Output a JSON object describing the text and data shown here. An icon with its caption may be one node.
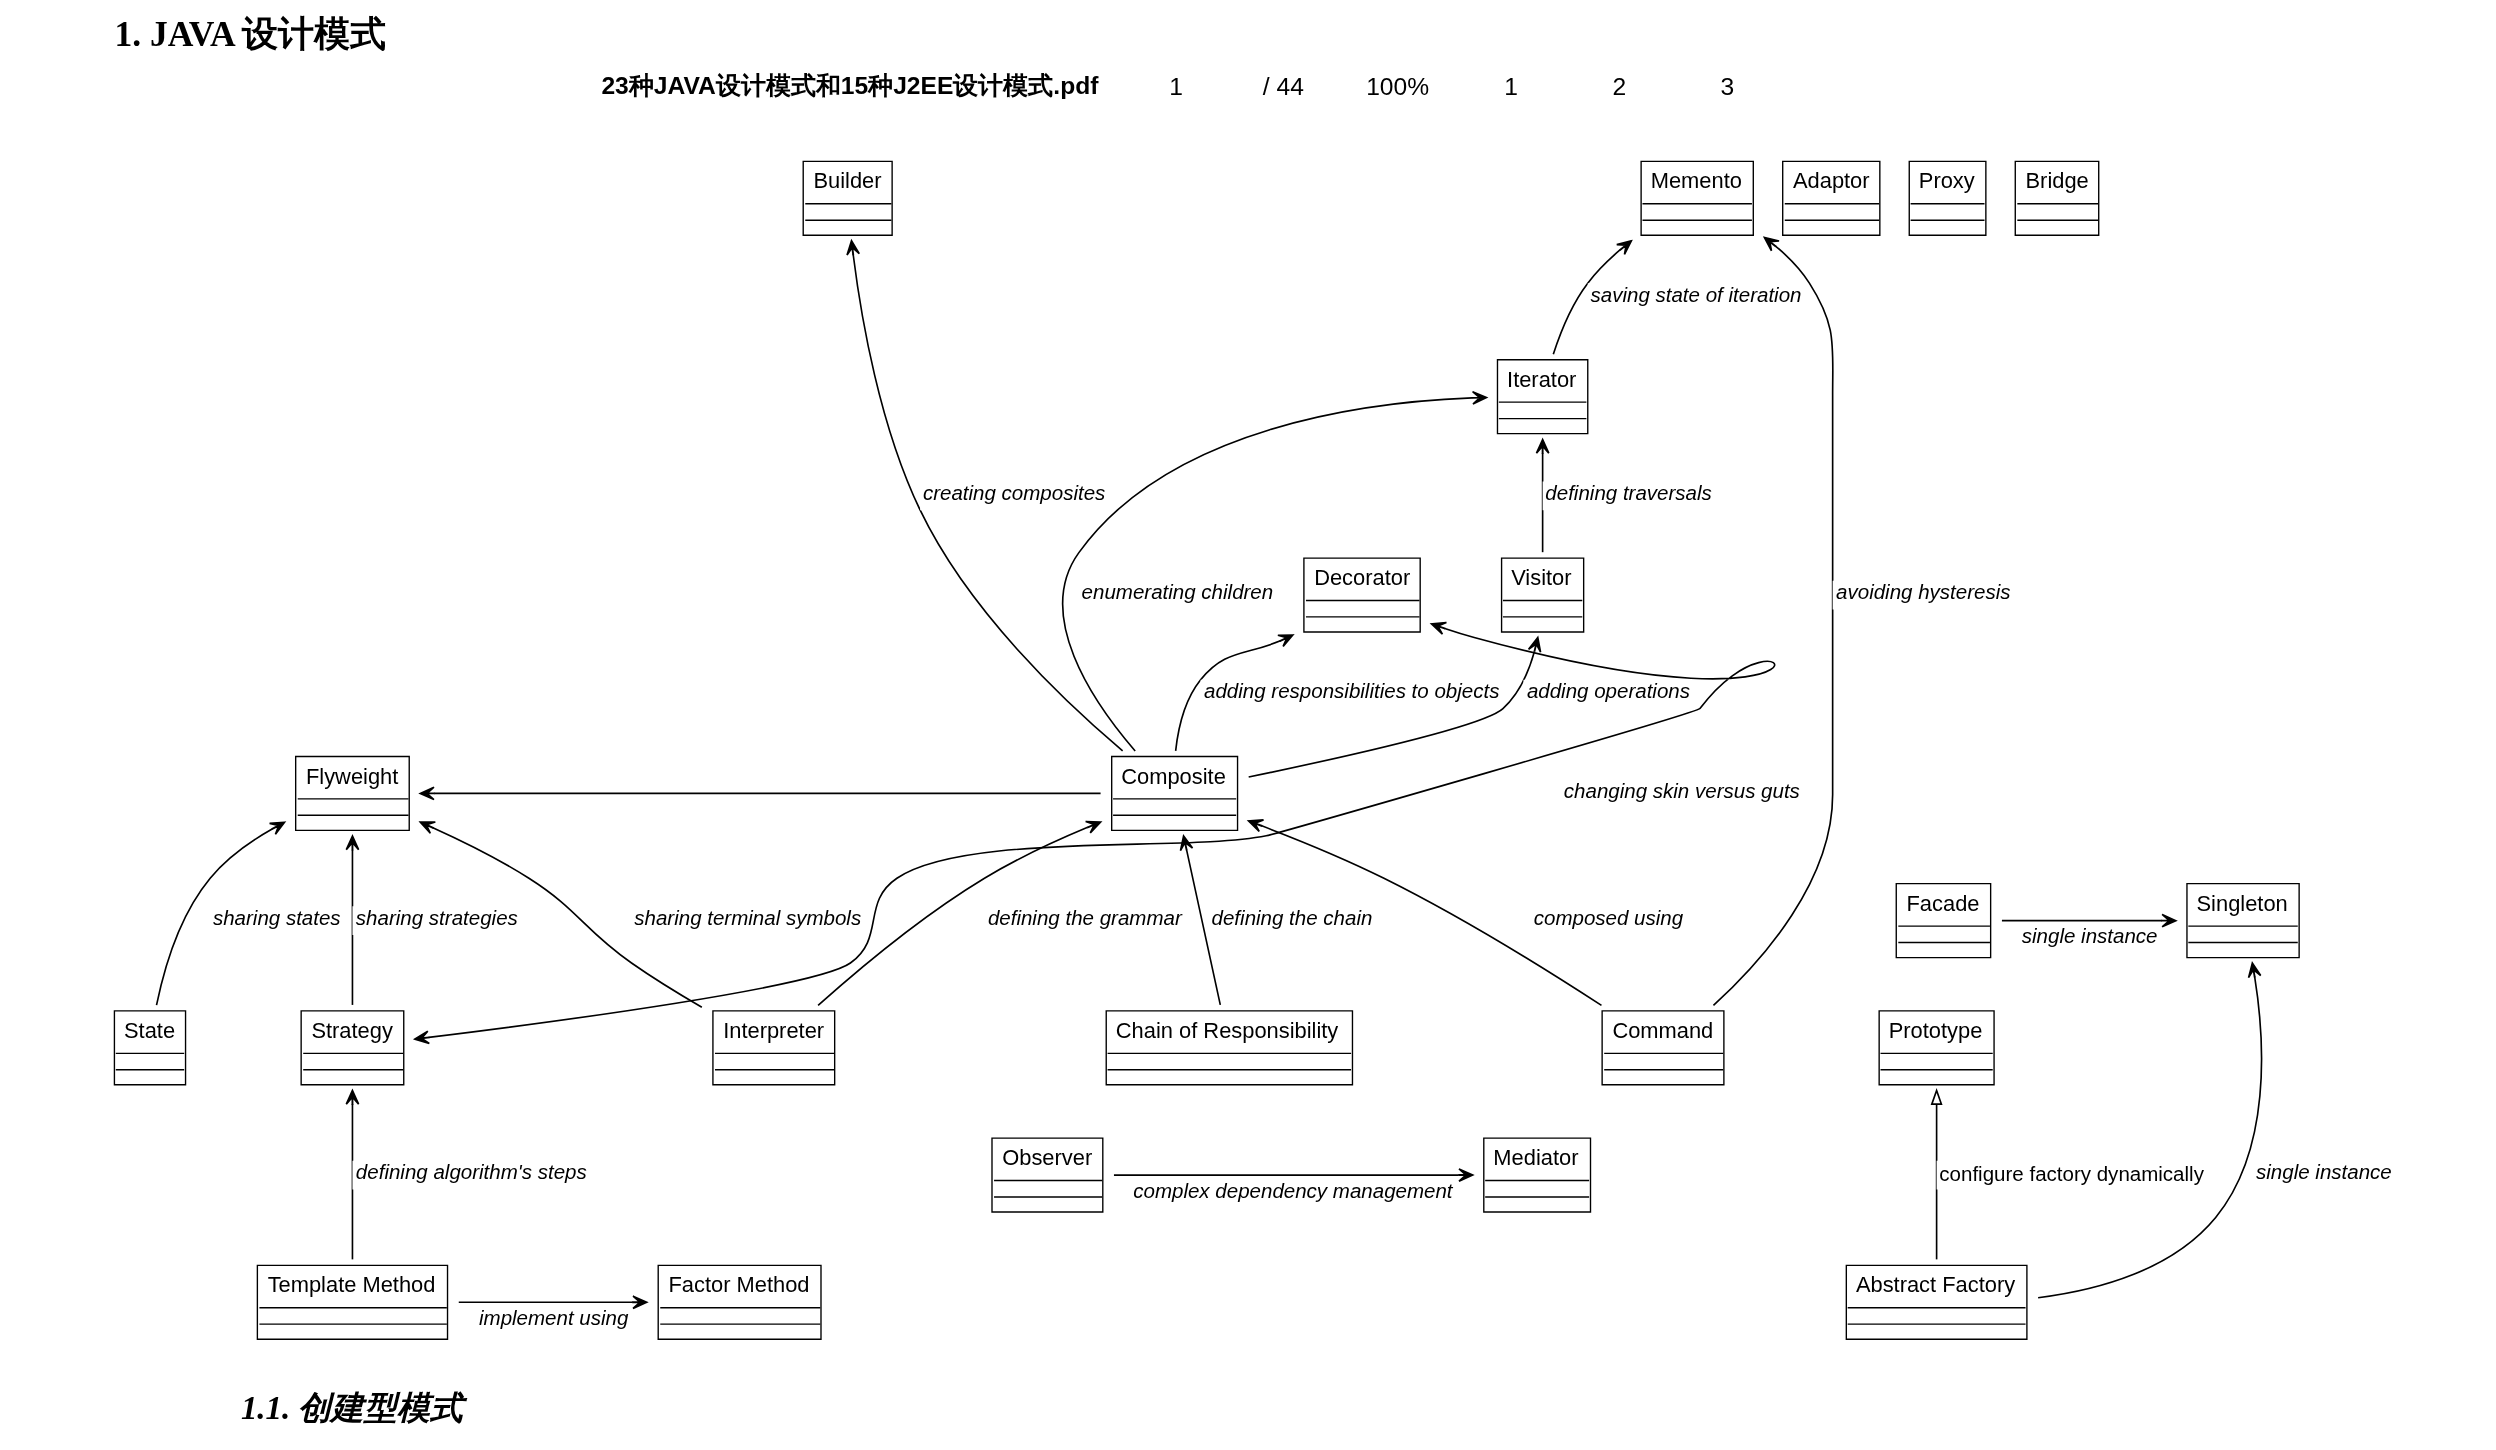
{
  "diagram": {
    "title": "1. JAVA 设计模式",
    "nodes": [
      {
        "text": [
          "Builder"
        ]
      },
      {
        "text": [
          "Memento"
        ]
      },
      {
        "text": [
          "Adaptor"
        ]
      },
      {
        "text": [
          "Proxy"
        ]
      },
      {
        "text": [
          "Decorator"
        ]
      },
      {
        "text": [
          "Bridge"
        ]
      },
      {
        "text": [
          "Iterator"
        ]
      },
      {
        "text": [
          "Composite"
        ]
      },
      {
        "text": [
          "Command"
        ]
      },
      {
        "text": [
          "Visitor"
        ]
      },
      {
        "text": [
          "Flyweight"
        ]
      },
      {
        "text": [
          "Interpreter"
        ]
      },
      {
        "text": [
          "Chain of Responsibility"
        ]
      },
      {
        "text": [
          "Strategy"
        ]
      },
      {
        "text": [
          "State"
        ]
      },
      {
        "text": [
          "Mediator"
        ]
      },
      {
        "text": [
          "Observer"
        ]
      },
      {
        "text": [
          "Prototype"
        ]
      },
      {
        "text": [
          "Template Method"
        ]
      },
      {
        "text": [
          "Factor Method"
        ]
      },
      {
        "text": [
          "Abstract Factory"
        ]
      },
      {
        "text": [
          "Singleton"
        ]
      },
      {
        "text": [
          "Facade"
        ]
      }
    ],
    "edges": [
      {
        "from": 7,
        "to": 0,
        "arrow": "to",
        "label": "creating composites"
      },
      {
        "from": 7,
        "to": 4,
        "arrow": "to",
        "label": "adding responsibilities to objects"
      },
      {
        "from": 6,
        "to": 1,
        "arrow": "to",
        "label": "saving state of iteration"
      },
      {
        "from": 7,
        "to": 6,
        "arrow": "to",
        "label": "enumerating children"
      },
      {
        "from": 9,
        "to": 6,
        "arrow": "to",
        "label": "defining traversals"
      },
      {
        "from": 8,
        "to": 7,
        "arrow": "to",
        "label": "composed using"
      },
      {
        "from": 8,
        "to": 1,
        "arrow": "to",
        "label": "avoiding hysteresis"
      },
      {
        "from": 11,
        "to": 7,
        "arrow": "to",
        "label": "defining the grammar"
      },
      {
        "from": 7,
        "to": 9,
        "arrow": "to",
        "label": "adding operations"
      },
      {
        "from": 4,
        "to": 13,
        "arrow": "both",
        "label": "changing skin versus guts"
      },
      {
        "from": 7,
        "to": 10,
        "arrow": "to"
      },
      {
        "from": 11,
        "to": 10,
        "arrow": "to",
        "label": "sharing terminal symbols"
      },
      {
        "from": 13,
        "to": 10,
        "arrow": "to",
        "label": "sharing strategies"
      },
      {
        "from": 12,
        "to": 7,
        "arrow": "to",
        "label": "defining the chain"
      },
      {
        "from": 14,
        "to": 10,
        "arrow": "to",
        "label": "sharing states"
      },
      {
        "from": 16,
        "to": 15,
        "arrow": "to",
        "label": "complex dependency management"
      },
      {
        "from": 18,
        "to": 13,
        "arrow": "to",
        "label": "defining algorithm's steps"
      },
      {
        "from": 18,
        "to": 19,
        "arrow": "to",
        "label": "implement using"
      },
      {
        "from": 20,
        "to": 17,
        "arrow": "to",
        "label": "configure factory dynamically"
      },
      {
        "from": 20,
        "to": 21,
        "arrow": "to",
        "label": "single instance"
      },
      {
        "from": 22,
        "to": 21,
        "arrow": "to",
        "label": "single instance"
      }
    ],
    "labels": [
      "23种JAVA设计模式和15种J2EE设计模式.pdf",
      "1",
      "/ 44",
      "100%",
      "1",
      "2",
      "3",
      "1.1. 创建型模式"
    ]
  }
}
